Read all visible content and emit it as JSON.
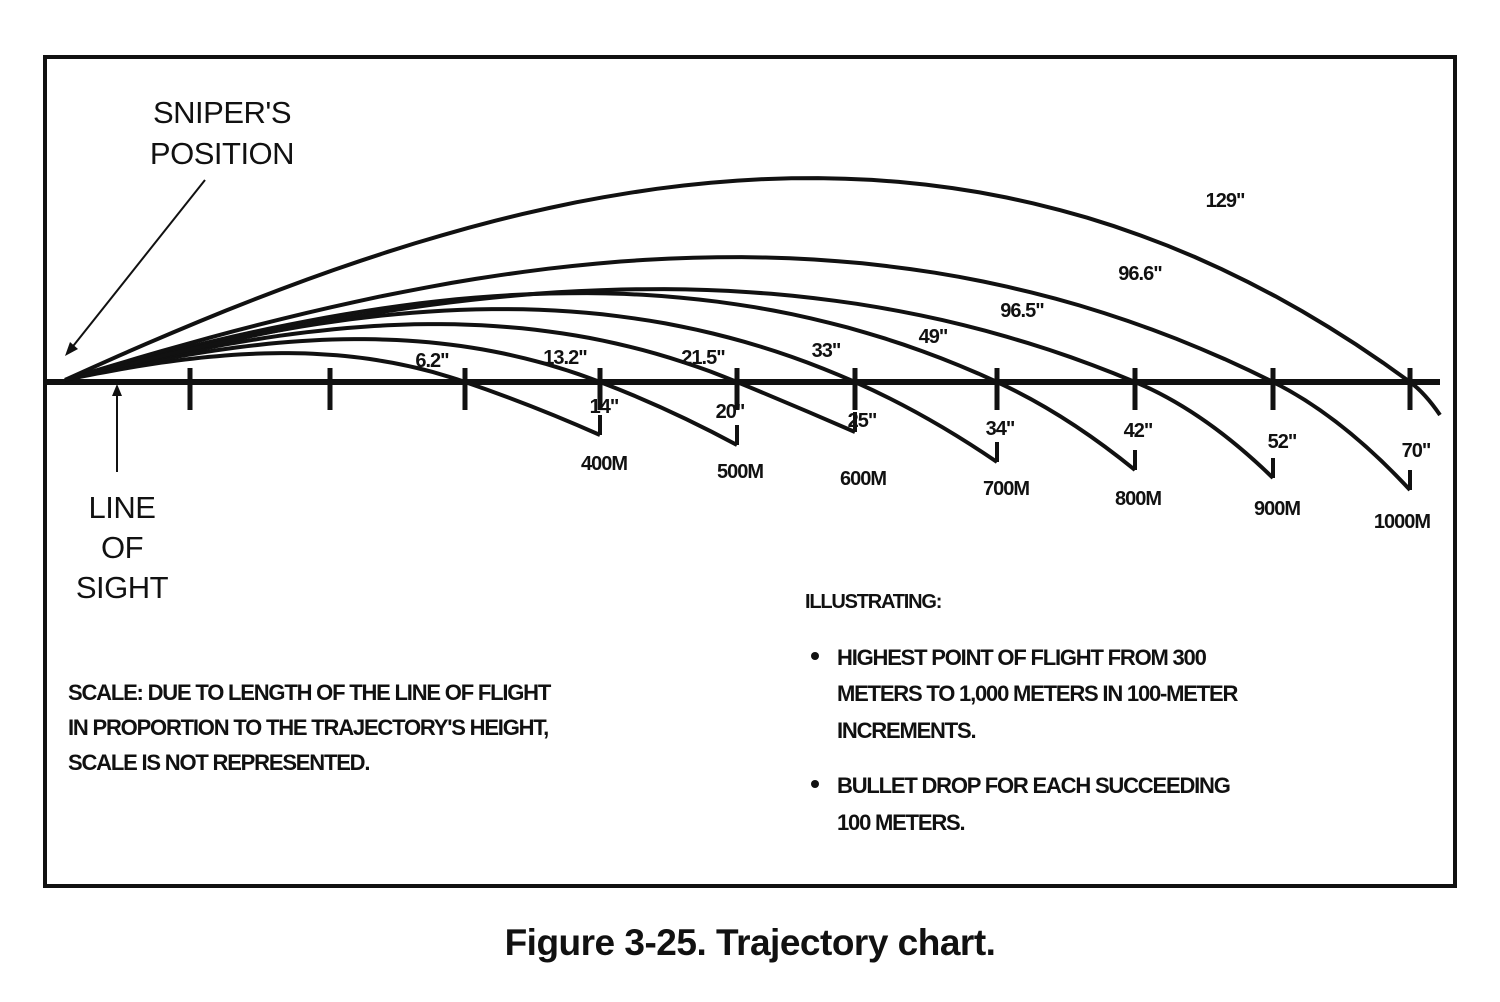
{
  "labels": {
    "sniper_position": [
      "SNIPER'S",
      "POSITION"
    ],
    "line_of_sight": [
      "LINE",
      "OF",
      "SIGHT"
    ]
  },
  "chart_data": {
    "type": "line",
    "title": "Trajectory chart",
    "trajectories": [
      {
        "zero_range": "300M",
        "max_ordinate": "6.2\"",
        "drop_at_next": "14\""
      },
      {
        "zero_range": "400M",
        "max_ordinate": "13.2\"",
        "drop_at_next": "20\""
      },
      {
        "zero_range": "500M",
        "max_ordinate": "21.5\"",
        "drop_at_next": "25\""
      },
      {
        "zero_range": "600M",
        "max_ordinate": "33\"",
        "drop_at_next": "34\""
      },
      {
        "zero_range": "700M",
        "max_ordinate": "49\"",
        "drop_at_next": "42\""
      },
      {
        "zero_range": "800M",
        "max_ordinate": "96.5\"",
        "drop_at_next": "52\""
      },
      {
        "zero_range": "900M",
        "max_ordinate": "96.6\"",
        "drop_at_next": "70\""
      },
      {
        "zero_range": "1000M",
        "max_ordinate": "129\""
      }
    ],
    "range_labels": [
      "400M",
      "500M",
      "600M",
      "700M",
      "800M",
      "900M",
      "1000M"
    ]
  },
  "scale_note": [
    "SCALE:  DUE TO LENGTH OF THE LINE OF FLIGHT",
    "IN PROPORTION TO THE TRAJECTORY'S HEIGHT,",
    "SCALE IS NOT REPRESENTED."
  ],
  "illustrating": {
    "heading": "ILLUSTRATING:",
    "bullets": [
      [
        "HIGHEST POINT OF FLIGHT FROM 300",
        "METERS TO 1,000 METERS IN 100-METER",
        "INCREMENTS."
      ],
      [
        "BULLET DROP FOR EACH SUCCEEDING",
        "100 METERS."
      ]
    ]
  },
  "caption": "Figure 3-25. Trajectory chart."
}
